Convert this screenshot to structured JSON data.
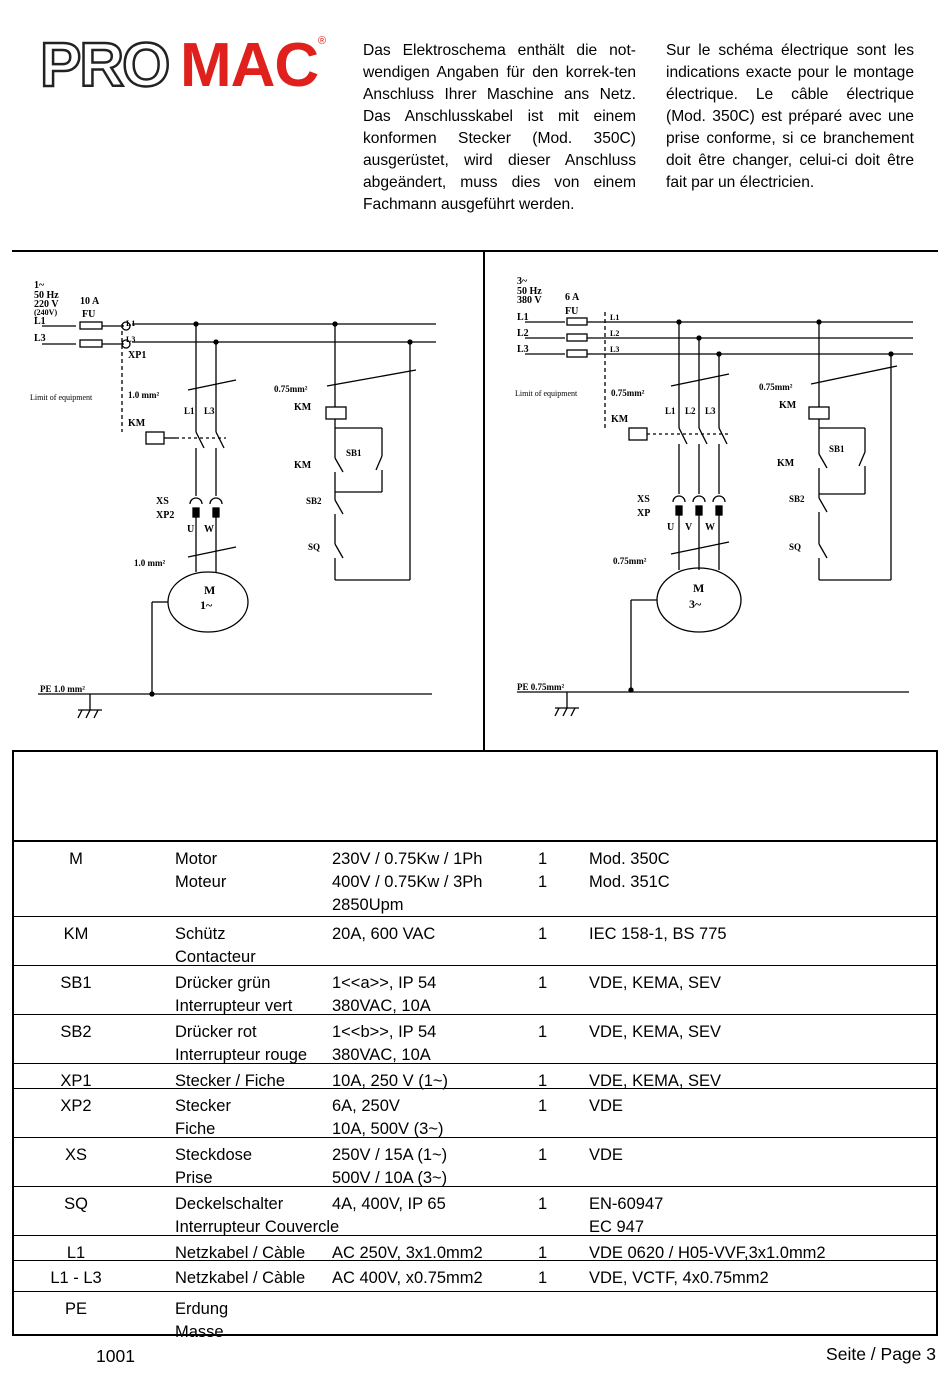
{
  "brand": {
    "left": "PRO",
    "right": "MAC",
    "reg": "®"
  },
  "text_de": "Das Elektroschema enthält die not-wendigen Angaben für den korrek-ten Anschluss Ihrer Maschine ans Netz. Das Anschlusskabel ist mit einem konformen Stecker (Mod. 350C) ausgerüstet, wird dieser Anschluss abgeändert, muss dies von einem Fachmann ausgeführt werden.",
  "text_fr": "Sur le schéma électrique sont les indications exacte pour le montage électrique. Le câble électrique (Mod. 350C) est préparé avec une prise conforme, si ce branchement doit être changer, celui-ci doit être fait par un électricien.",
  "schematic_1ph": {
    "supply": [
      "1~",
      "50 Hz",
      "220 V",
      "(240V)"
    ],
    "fuse": [
      "10 A",
      "FU"
    ],
    "lines": [
      "L1",
      "L3"
    ],
    "plug": "XP1",
    "limit": "Limit of equipment",
    "cable1": "1.0 mm²",
    "cable2": "1.0 mm²",
    "ctrl_cable": "0.75mm²",
    "km": "KM",
    "contacts": [
      "L1",
      "L3"
    ],
    "sb1": "SB1",
    "sb2": "SB2",
    "sq": "SQ",
    "xs": "XS",
    "xp2": "XP2",
    "terminals": [
      "U",
      "W"
    ],
    "motor": [
      "M",
      "1~"
    ],
    "pe": "PE  1.0 mm²"
  },
  "schematic_3ph": {
    "supply": [
      "3~",
      "50 Hz",
      "380 V"
    ],
    "fuse": [
      "6 A",
      "FU"
    ],
    "lines": [
      "L1",
      "L2",
      "L3"
    ],
    "limit": "Limit of equipment",
    "cable1": "0.75mm²",
    "cable2": "0.75mm²",
    "ctrl_cable": "0.75mm²",
    "km": "KM",
    "contacts": [
      "L1",
      "L2",
      "L3"
    ],
    "sb1": "SB1",
    "sb2": "SB2",
    "sq": "SQ",
    "xs": "XS",
    "xp": "XP",
    "terminals": [
      "U",
      "V",
      "W"
    ],
    "motor": [
      "M",
      "3~"
    ],
    "pe": "PE  0.75mm²"
  },
  "parts": [
    {
      "code": "M",
      "name": [
        "Motor",
        "Moteur"
      ],
      "spec": [
        "230V / 0.75Kw / 1Ph",
        "400V / 0.75Kw /  3Ph",
        "2850Upm"
      ],
      "qty": [
        "1",
        "1"
      ],
      "std": [
        "Mod. 350C",
        "Mod. 351C"
      ]
    },
    {
      "code": "KM",
      "name": [
        "Schütz",
        "Contacteur"
      ],
      "spec": [
        "20A, 600 VAC"
      ],
      "qty": [
        "1"
      ],
      "std": [
        "IEC 158-1, BS 775"
      ]
    },
    {
      "code": "SB1",
      "name": [
        "Drücker grün",
        "Interrupteur vert"
      ],
      "spec": [
        "1<<a>>, IP 54",
        "380VAC, 10A"
      ],
      "qty": [
        "1"
      ],
      "std": [
        "VDE, KEMA, SEV"
      ]
    },
    {
      "code": "SB2",
      "name": [
        "Drücker rot",
        "Interrupteur rouge"
      ],
      "spec": [
        "1<<b>>, IP 54",
        "380VAC, 10A"
      ],
      "qty": [
        "1"
      ],
      "std": [
        "VDE, KEMA, SEV"
      ]
    },
    {
      "code": "XP1",
      "name": [
        "Stecker / Fiche"
      ],
      "spec": [
        "10A, 250 V (1~)"
      ],
      "qty": [
        "1"
      ],
      "std": [
        "VDE, KEMA, SEV"
      ]
    },
    {
      "code": "XP2",
      "name": [
        "Stecker",
        "Fiche"
      ],
      "spec": [
        "6A, 250V",
        "10A, 500V (3~)"
      ],
      "qty": [
        "1"
      ],
      "std": [
        "VDE"
      ]
    },
    {
      "code": "XS",
      "name": [
        "Steckdose",
        "Prise"
      ],
      "spec": [
        "250V / 15A (1~)",
        "500V / 10A (3~)"
      ],
      "qty": [
        "1"
      ],
      "std": [
        "VDE"
      ]
    },
    {
      "code": "SQ",
      "name": [
        "Deckelschalter",
        "Interrupteur Couvercle"
      ],
      "spec": [
        "4A, 400V, IP 65"
      ],
      "qty": [
        "1"
      ],
      "std": [
        "EN-60947",
        "EC 947"
      ]
    },
    {
      "code": "L1",
      "name": [
        "Netzkabel / Càble"
      ],
      "spec": [
        "AC 250V, 3x1.0mm2"
      ],
      "qty": [
        "1"
      ],
      "std": [
        "VDE 0620 / H05-VVF,3x1.0mm2"
      ]
    },
    {
      "code": "L1 - L3",
      "name": [
        "Netzkabel / Càble"
      ],
      "spec": [
        "AC 400V, x0.75mm2"
      ],
      "qty": [
        "1"
      ],
      "std": [
        "VDE, VCTF, 4x0.75mm2"
      ]
    },
    {
      "code": "PE",
      "name": [
        "Erdung",
        "Masse"
      ],
      "spec": [],
      "qty": [],
      "std": []
    }
  ],
  "footer": {
    "doc_number": "1001",
    "page": "Seite / Page 3"
  }
}
